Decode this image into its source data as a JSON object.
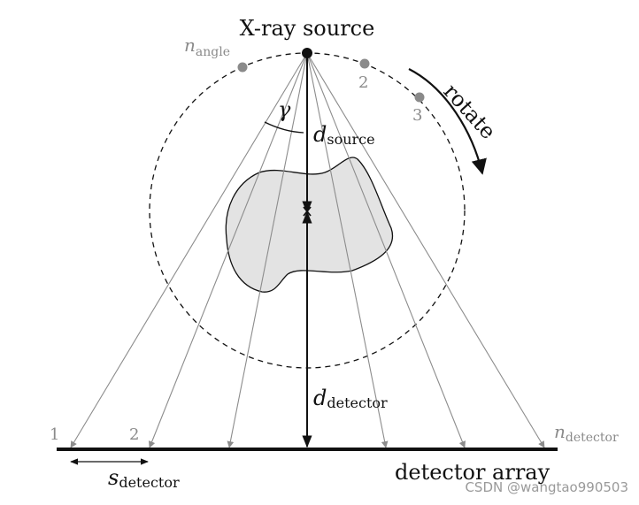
{
  "labels": {
    "source": "X-ray source",
    "n_angle_main": "n",
    "n_angle_sub": "angle",
    "angle_2": "2",
    "angle_3": "3",
    "rotate": "rotate",
    "gamma": "γ",
    "d_source_main": "d",
    "d_source_sub": "source",
    "d_detector_main": "d",
    "d_detector_sub": "detector",
    "det_1": "1",
    "det_2": "2",
    "n_detector_main": "n",
    "n_detector_sub": "detector",
    "s_detector_main": "s",
    "s_detector_sub": "detector",
    "detector_array": "detector array"
  },
  "watermark": "CSDN @wangtao990503",
  "colors": {
    "ink": "#111111",
    "ray": "#8c8c8c",
    "marker": "#8a8a8a",
    "object_fill": "#e3e3e3"
  },
  "diagram": {
    "ray_count": 7,
    "angle_marker_count": 3
  }
}
